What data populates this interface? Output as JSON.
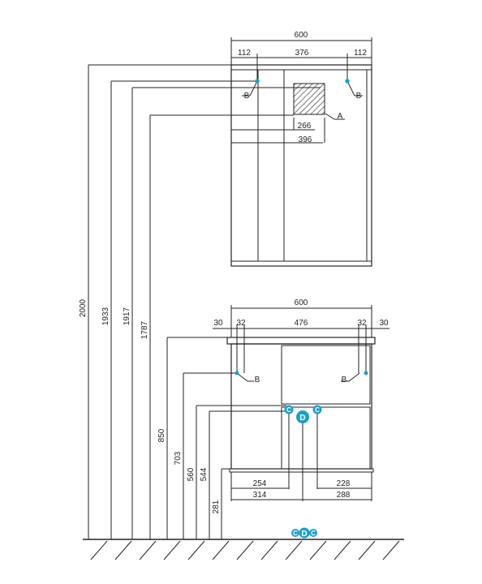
{
  "colors": {
    "line": "#222222",
    "marker": "#1aa0c8"
  },
  "top": {
    "overall": "600",
    "left": "112",
    "middle": "376",
    "right": "112",
    "d266": "266",
    "d396": "396",
    "label_a": "A",
    "label_b_left": "B",
    "label_b_right": "B"
  },
  "bottom": {
    "overall": "600",
    "o30_left": "30",
    "i32_left": "32",
    "middle": "476",
    "i32_right": "32",
    "o30_right": "30",
    "label_b_left": "B",
    "label_b_right": "B",
    "d254": "254",
    "d314": "314",
    "d228": "228",
    "d288": "288"
  },
  "heights": [
    "2000",
    "1933",
    "1917",
    "1787",
    "850",
    "703",
    "560",
    "544",
    "281"
  ],
  "markers": {
    "c": "C",
    "d": "D"
  }
}
